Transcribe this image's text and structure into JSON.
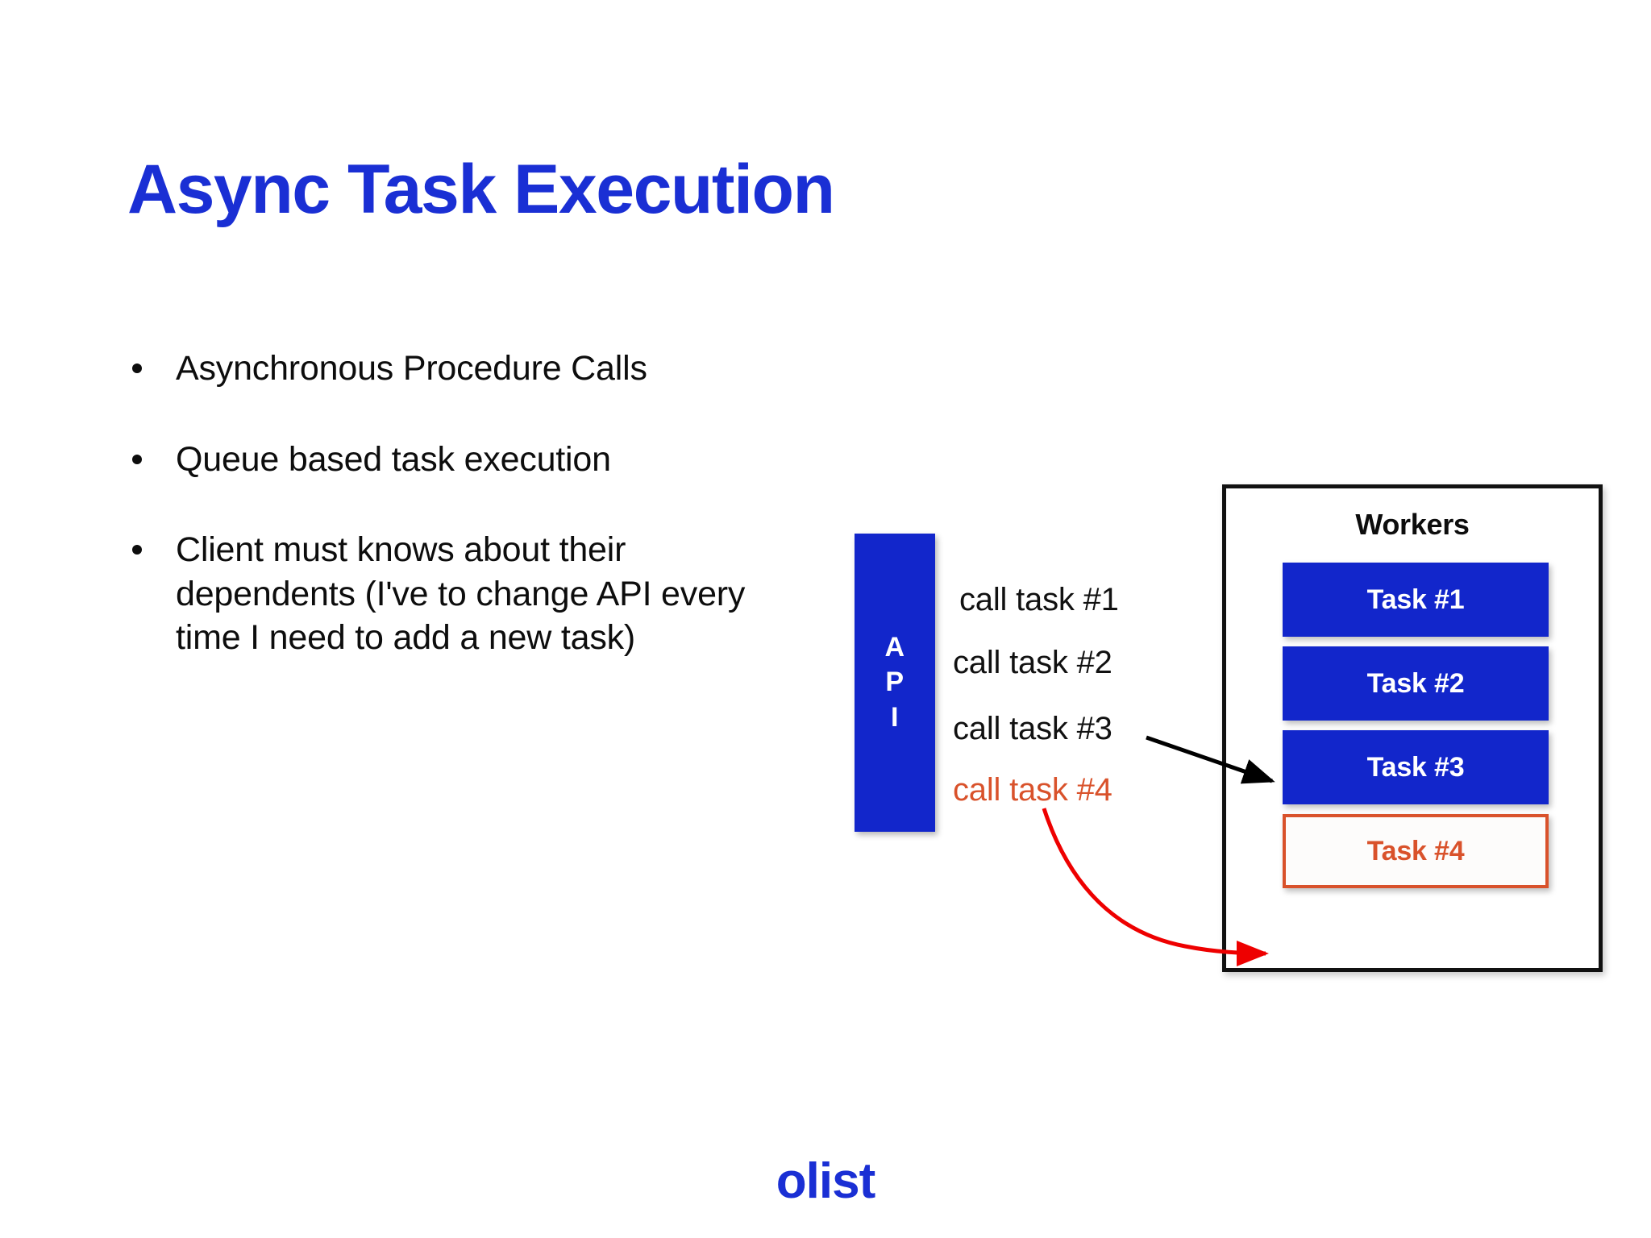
{
  "slide": {
    "title": "Async Task Execution",
    "footer_logo": "olist",
    "background_color": "#ffffff",
    "title_color": "#1a2fd4"
  },
  "bullets": [
    {
      "text": "Asynchronous Procedure Calls"
    },
    {
      "text": "Queue based task execution"
    },
    {
      "text": "Client must knows about their dependents (I've to change API every time I need to add a new task)"
    }
  ],
  "diagram": {
    "api": {
      "label": "API",
      "letters": [
        "A",
        "P",
        "I"
      ],
      "fill_color": "#1226cb",
      "text_color": "#ffffff"
    },
    "calls": [
      {
        "label": "call task #1",
        "color": "#111111",
        "highlighted": "false"
      },
      {
        "label": "call task #2",
        "color": "#111111",
        "highlighted": "false"
      },
      {
        "label": "call task #3",
        "color": "#111111",
        "highlighted": "false"
      },
      {
        "label": "call task #4",
        "color": "#d9522b",
        "highlighted": "true"
      }
    ],
    "workers": {
      "title": "Workers",
      "border_color": "#111111",
      "tasks": [
        {
          "label": "Task #1",
          "state": "active",
          "fill_color": "#1226cb",
          "text_color": "#ffffff"
        },
        {
          "label": "Task #2",
          "state": "active",
          "fill_color": "#1226cb",
          "text_color": "#ffffff"
        },
        {
          "label": "Task #3",
          "state": "active",
          "fill_color": "#1226cb",
          "text_color": "#ffffff"
        },
        {
          "label": "Task #4",
          "state": "new",
          "fill_color": "#ffffff",
          "text_color": "#d9522b"
        }
      ]
    },
    "connectors": [
      {
        "from": "call task #3",
        "to": "Task #3",
        "color": "#000000",
        "style": "straight"
      },
      {
        "from": "call task #4",
        "to": "Task #4",
        "color": "#ee0000",
        "style": "curved"
      }
    ]
  }
}
